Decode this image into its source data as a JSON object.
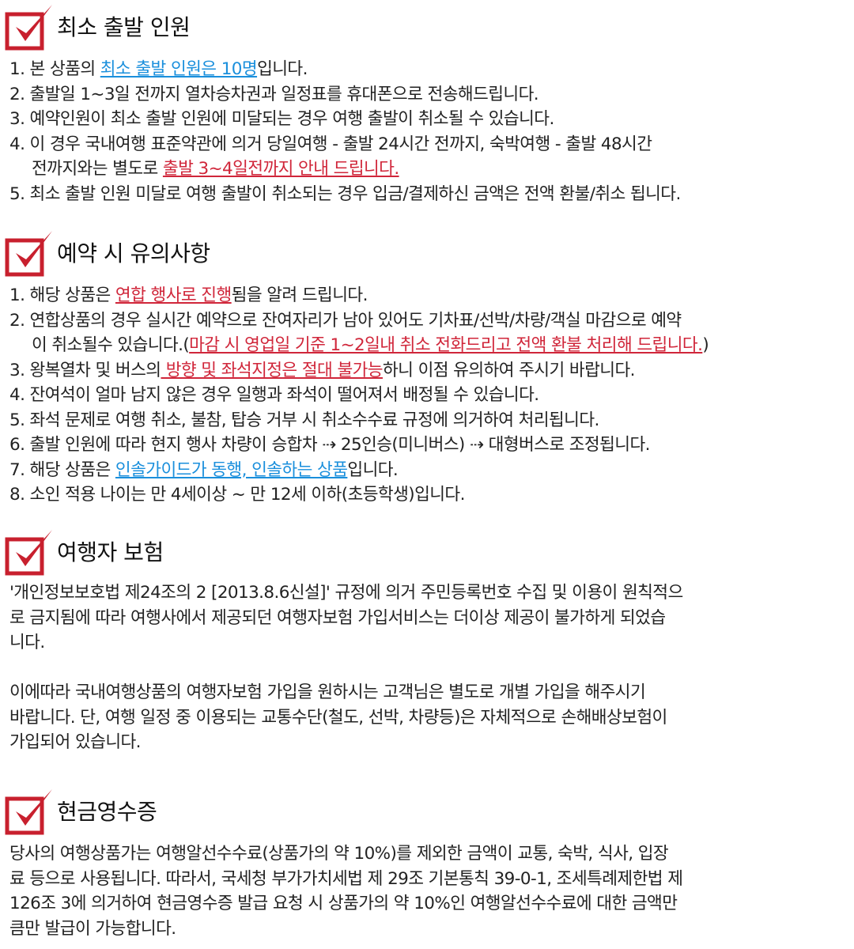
{
  "colors": {
    "accent_red": "#d0263a",
    "accent_blue": "#1a8fdc",
    "check_red": "#c8202e"
  },
  "sections": [
    {
      "title": "최소 출발 인원",
      "icon": "checkbox-icon",
      "lines": [
        [
          {
            "t": "1. 본 상품의 "
          },
          {
            "t": "최소 출발 인원은 10명",
            "s": "blue"
          },
          {
            "t": "입니다."
          }
        ],
        [
          {
            "t": "2. 출발일 1~3일 전까지 열차승차권과 일정표를 휴대폰으로 전송해드립니다."
          }
        ],
        [
          {
            "t": "3. 예약인원이 최소 출발 인원에 미달되는 경우 여행 출발이 취소될 수 있습니다."
          }
        ],
        [
          {
            "t": "4. 이 경우 국내여행 표준약관에 의거 당일여행 - 출발 24시간 전까지, 숙박여행 - 출발 48시간"
          }
        ],
        [
          {
            "t": "전까지와는 별도로 ",
            "indent": true
          },
          {
            "t": "출발 3~4일전까지 안내 드립니다.",
            "s": "red"
          }
        ],
        [
          {
            "t": "5. 최소 출발 인원 미달로 여행 출발이 취소되는 경우 입금/결제하신 금액은 전액 환불/취소 됩니다."
          }
        ]
      ]
    },
    {
      "title": "예약 시 유의사항",
      "icon": "checkbox-icon",
      "lines": [
        [
          {
            "t": "1. 해당 상품은 "
          },
          {
            "t": "연합 행사로 진행",
            "s": "red"
          },
          {
            "t": "됨을 알려 드립니다."
          }
        ],
        [
          {
            "t": "2. 연합상품의 경우 실시간 예약으로 잔여자리가 남아 있어도 기차표/선박/차량/객실 마감으로 예약"
          }
        ],
        [
          {
            "t": "이 취소될수 있습니다.(",
            "indent": true
          },
          {
            "t": "마감 시 영업일 기준 1~2일내 취소 전화드리고 전액 환불 처리해 드립니다.",
            "s": "red"
          },
          {
            "t": ")"
          }
        ],
        [
          {
            "t": "3. 왕복열차 및 버스의"
          },
          {
            "t": " 방향 및 좌석지정은 절대 불가능",
            "s": "red"
          },
          {
            "t": "하니 이점 유의하여 주시기 바랍니다."
          }
        ],
        [
          {
            "t": "4. 잔여석이 얼마 남지 않은 경우 일행과 좌석이 떨어져서 배정될 수 있습니다."
          }
        ],
        [
          {
            "t": "5. 좌석 문제로 여행 취소, 불참, 탑승 거부 시 취소수수료 규정에 의거하여 처리됩니다."
          }
        ],
        [
          {
            "t": "6. 출발 인원에 따라 현지 행사 차량이 승합차 ⇢ 25인승(미니버스) ⇢ 대형버스로 조정됩니다."
          }
        ],
        [
          {
            "t": "7. 해당 상품은 "
          },
          {
            "t": "인솔가이드가 동행, 인솔하는 상품",
            "s": "blue"
          },
          {
            "t": "입니다."
          }
        ],
        [
          {
            "t": "8. 소인 적용 나이는 만 4세이상 ~ 만 12세 이하(초등학생)입니다."
          }
        ]
      ]
    },
    {
      "title": "여행자 보험",
      "icon": "checkbox-icon",
      "lines": [
        [
          {
            "t": "'개인정보보호법 제24조의 2 [2013.8.6신설]' 규정에 의거 주민등록번호 수집 및 이용이 원칙적으"
          }
        ],
        [
          {
            "t": "로 금지됨에 따라 여행사에서 제공되던 여행자보험 가입서비스는 더이상 제공이 불가하게 되었습"
          }
        ],
        [
          {
            "t": "니다."
          }
        ],
        [],
        [
          {
            "t": "이에따라 국내여행상품의 여행자보험 가입을 원하시는 고객님은 별도로 개별 가입을 해주시기"
          }
        ],
        [
          {
            "t": "바랍니다. 단, 여행 일정 중 이용되는 교통수단(철도, 선박, 차량등)은 자체적으로 손해배상보험이"
          }
        ],
        [
          {
            "t": "가입되어 있습니다."
          }
        ]
      ]
    },
    {
      "title": "현금영수증",
      "icon": "checkbox-icon",
      "lines": [
        [
          {
            "t": "당사의 여행상품가는 여행알선수수료(상품가의 약 10%)를 제외한 금액이 교통, 숙박, 식사, 입장"
          }
        ],
        [
          {
            "t": "료 등으로 사용됩니다. 따라서, 국세청 부가가치세법 제 29조 기본통칙 39-0-1, 조세특례제한법 제"
          }
        ],
        [
          {
            "t": "126조 3에 의거하여 현금영수증 발급 요청 시 상품가의 약 10%인 여행알선수수료에 대한 금액만"
          }
        ],
        [
          {
            "t": "큼만 발급이 가능합니다."
          }
        ]
      ]
    }
  ]
}
